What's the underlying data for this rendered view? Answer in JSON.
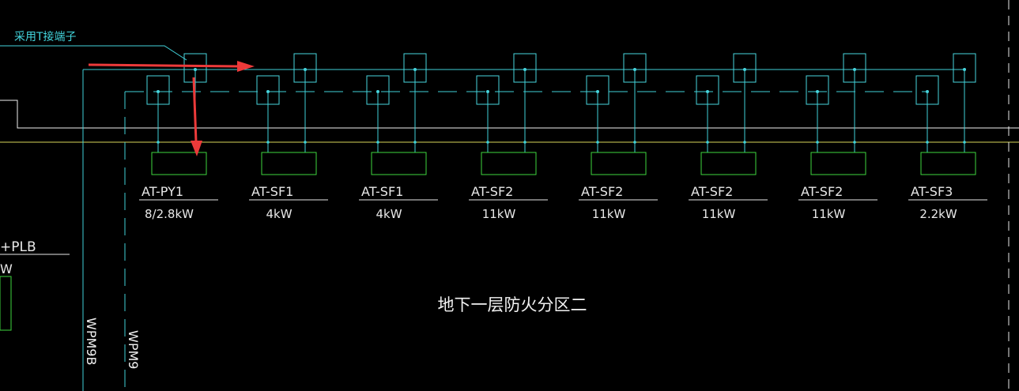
{
  "colors": {
    "background": "#000000",
    "bus": "#3fd0d8",
    "box_cyan": "#48d6de",
    "panel_green": "#3ed63e",
    "yellow_line": "#d7d65a",
    "text_white": "#ffffff",
    "label_white": "#e8e8e8",
    "annotation_cyan": "#43d5dd",
    "arrow_red": "#ec3a3a"
  },
  "annotation": {
    "text": "采用T接端子",
    "icon": "leader-line"
  },
  "panels": [
    {
      "name": "AT-PY1",
      "power": "8/2.8kW"
    },
    {
      "name": "AT-SF1",
      "power": "4kW"
    },
    {
      "name": "AT-SF1",
      "power": "4kW"
    },
    {
      "name": "AT-SF2",
      "power": "11kW"
    },
    {
      "name": "AT-SF2",
      "power": "11kW"
    },
    {
      "name": "AT-SF2",
      "power": "11kW"
    },
    {
      "name": "AT-SF2",
      "power": "11kW"
    },
    {
      "name": "AT-SF3",
      "power": "2.2kW"
    }
  ],
  "left_partial": {
    "label": "+PLB",
    "unit": "W"
  },
  "feeders": {
    "left": "WPM9B",
    "right": "WPM9"
  },
  "zone_title": "地下一层防火分区二",
  "arrows": {
    "horizontal_icon": "red-arrow-right",
    "vertical_icon": "red-arrow-down"
  }
}
